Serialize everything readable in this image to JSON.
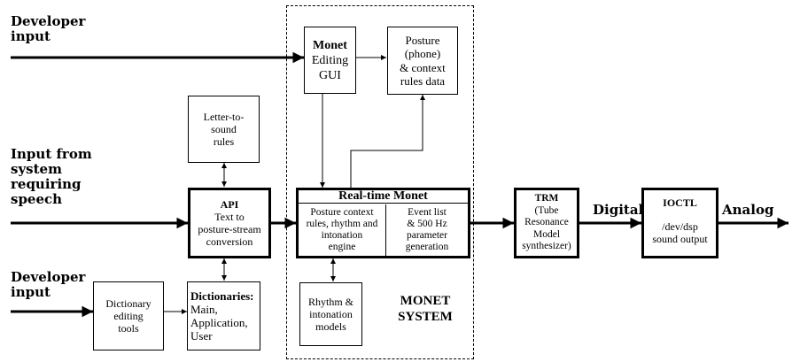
{
  "labels": {
    "developer_input_top": [
      "Developer",
      "input"
    ],
    "input_from_system": [
      "Input from",
      "system",
      "requiring",
      "speech"
    ],
    "developer_input_bottom": [
      "Developer",
      "input"
    ],
    "digital": "Digital",
    "analog": "Analog"
  },
  "boxes": {
    "monet_editing": {
      "title": "Monet",
      "lines": [
        "Editing",
        "GUI"
      ]
    },
    "posture_data": {
      "lines": [
        "Posture",
        "(phone)",
        "& context",
        "rules data"
      ]
    },
    "letter_to_sound": {
      "lines": [
        "Letter-to-",
        "sound",
        "rules"
      ]
    },
    "api": {
      "title": "API",
      "lines": [
        "Text to",
        "posture-stream",
        "conversion"
      ]
    },
    "realtime": {
      "title": "Real-time Monet",
      "left": [
        "Posture context",
        "rules, rhythm and",
        "intonation",
        "engine"
      ],
      "right": [
        "Event list",
        "& 500 Hz",
        "parameter",
        "generation"
      ]
    },
    "trm": {
      "title": "TRM",
      "lines": [
        "(Tube",
        "Resonance",
        "Model",
        "synthesizer)"
      ]
    },
    "ioctl": {
      "title": "IOCTL",
      "lines": [
        "/dev/dsp",
        "sound output"
      ]
    },
    "dictionary_tools": {
      "lines": [
        "Dictionary",
        "editing",
        "tools"
      ]
    },
    "dictionaries": {
      "title": "Dictionaries:",
      "lines": [
        "Main,",
        "Application,",
        "User"
      ]
    },
    "rhythm": {
      "lines": [
        "Rhythm &",
        "intonation",
        "models"
      ]
    }
  },
  "monet_system": [
    "MONET",
    "SYSTEM"
  ]
}
